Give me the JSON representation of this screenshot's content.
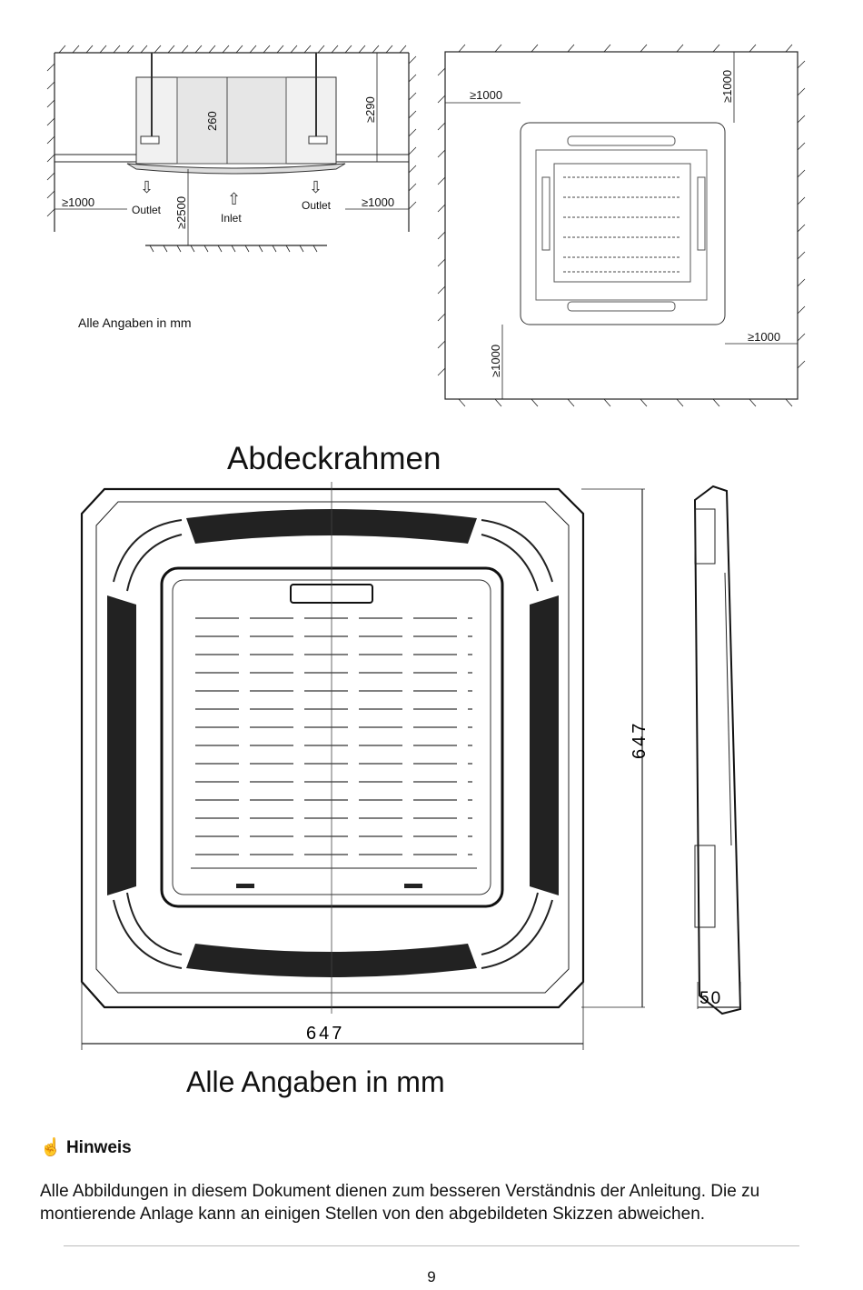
{
  "figure_side_view": {
    "dim_height_unit": "260",
    "dim_height_ceiling": "≥290",
    "dim_left_clearance": "≥1000",
    "dim_right_clearance": "≥1000",
    "dim_floor_clearance": "≥2500",
    "label_outlet_left": "Outlet",
    "label_outlet_right": "Outlet",
    "label_inlet": "Inlet",
    "caption": "Alle Angaben in mm"
  },
  "figure_top_view": {
    "dim_top_right": "≥1000",
    "dim_left_top": "≥1000",
    "dim_right_bottom": "≥1000",
    "dim_bottom_left": "≥1000"
  },
  "figure_panel": {
    "title": "Abdeckrahmen",
    "dim_width": "647",
    "dim_height": "647",
    "dim_depth": "50",
    "caption": "Alle Angaben in mm"
  },
  "note": {
    "icon": "pointing-hand-icon",
    "title": "Hinweis",
    "body": "Alle Abbildungen in diesem Dokument dienen zum besseren Verständnis der Anleitung. Die zu montierende Anlage kann an einigen Stellen von den abgebildeten Skizzen abweichen."
  },
  "page_number": "9"
}
